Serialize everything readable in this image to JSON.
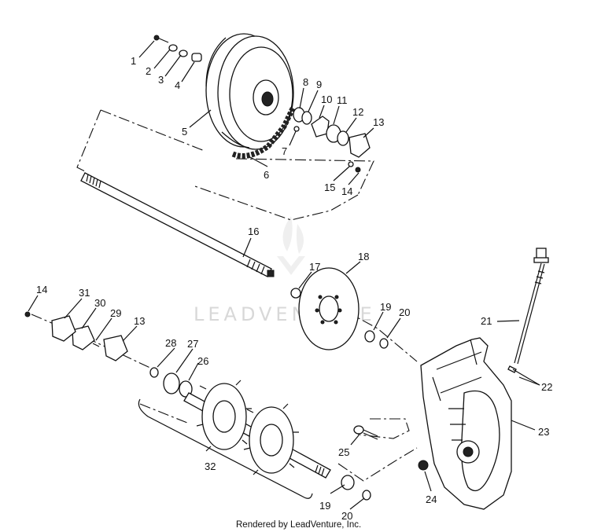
{
  "diagram": {
    "watermark": "LEADVENTURE",
    "credit": "Rendered by LeadVenture, Inc.",
    "callouts": [
      "1",
      "2",
      "3",
      "4",
      "5",
      "6",
      "7",
      "8",
      "9",
      "10",
      "11",
      "12",
      "13",
      "14",
      "15",
      "16",
      "17",
      "18",
      "19",
      "20",
      "21",
      "22",
      "23",
      "24",
      "25",
      "26",
      "27",
      "28",
      "29",
      "30",
      "31",
      "32"
    ],
    "repeat_callouts": {
      "c13b": "13",
      "c14b": "14",
      "c19b": "19",
      "c20b": "20"
    }
  }
}
